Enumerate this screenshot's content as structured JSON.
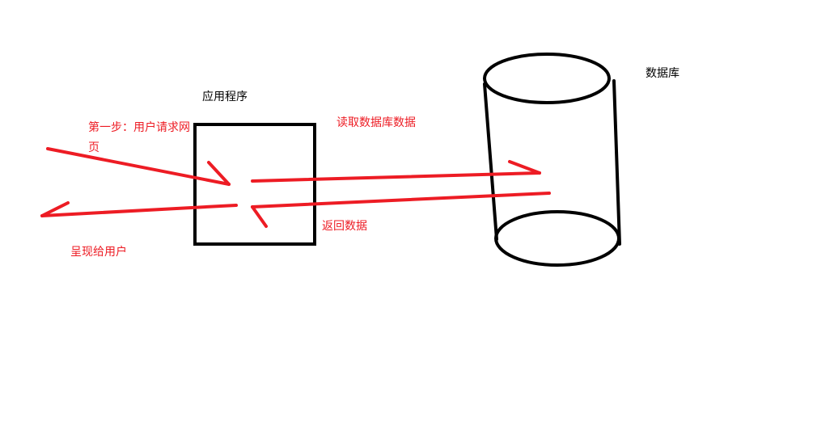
{
  "labels": {
    "app": "应用程序",
    "database": "数据库",
    "step1_line1": "第一步：用户请求网",
    "step1_line2": "页",
    "read_db": "读取数据库数据",
    "return_data": "返回数据",
    "present_to_user": "呈现给用户"
  },
  "colors": {
    "ink": "#000000",
    "arrow": "#ed1c24",
    "background": "#ffffff"
  }
}
